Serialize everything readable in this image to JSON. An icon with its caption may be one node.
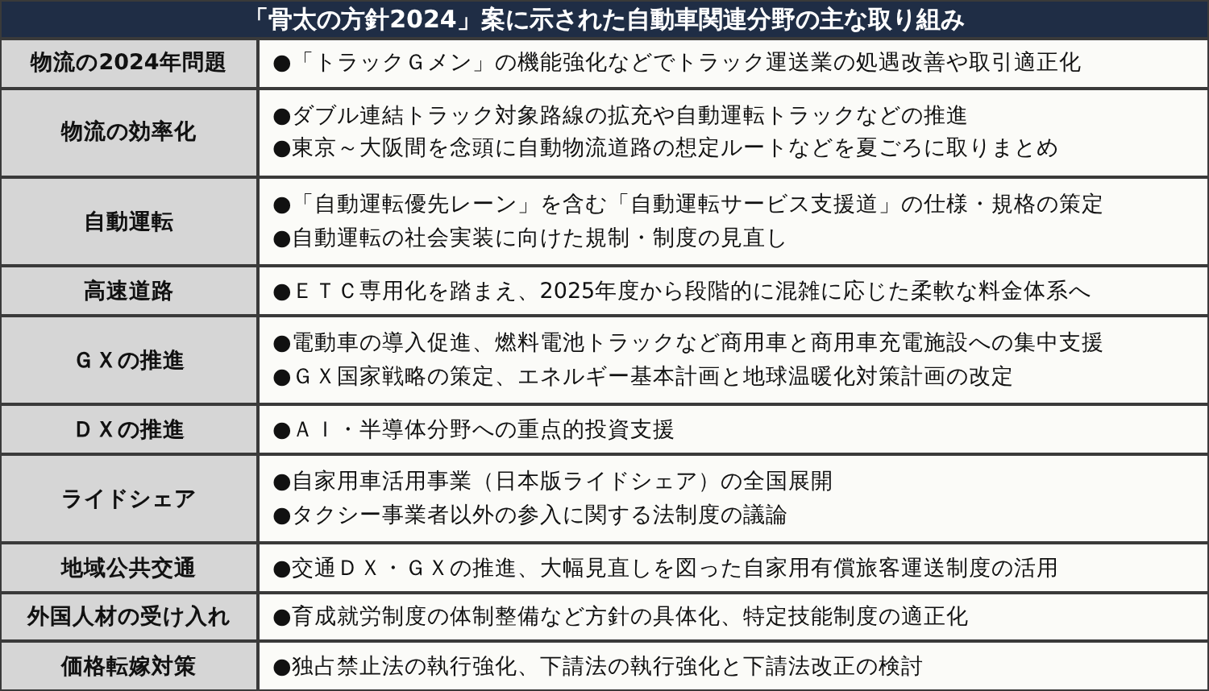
{
  "diagram": {
    "title": "「骨太の方針2024」案に示された自動車関連分野の主な取り組み",
    "nodes": [
      {
        "text": [
          "物流の2024年問題"
        ],
        "beside": [
          "●「トラックＧメン」の機能強化などでトラック運送業の処遇改善や取引適正化"
        ]
      },
      {
        "text": [
          "物流の効率化"
        ],
        "beside": [
          "●ダブル連結トラック対象路線の拡充や自動運転トラックなどの推進",
          "●東京～大阪間を念頭に自動物流道路の想定ルートなどを夏ごろに取りまとめ"
        ]
      },
      {
        "text": [
          "自動運転"
        ],
        "beside": [
          "●「自動運転優先レーン」を含む「自動運転サービス支援道」の仕様・規格の策定",
          "●自動運転の社会実装に向けた規制・制度の見直し"
        ]
      },
      {
        "text": [
          "高速道路"
        ],
        "beside": [
          "●ＥＴＣ専用化を踏まえ、2025年度から段階的に混雑に応じた柔軟な料金体系へ"
        ]
      },
      {
        "text": [
          "ＧＸの推進"
        ],
        "beside": [
          "●電動車の導入促進、燃料電池トラックなど商用車と商用車充電施設への集中支援",
          "●ＧＸ国家戦略の策定、エネルギー基本計画と地球温暖化対策計画の改定"
        ]
      },
      {
        "text": [
          "ＤＸの推進"
        ],
        "beside": [
          "●ＡＩ・半導体分野への重点的投資支援"
        ]
      },
      {
        "text": [
          "ライドシェア"
        ],
        "beside": [
          "●自家用車活用事業（日本版ライドシェア）の全国展開",
          "●タクシー事業者以外の参入に関する法制度の議論"
        ]
      },
      {
        "text": [
          "地域公共交通"
        ],
        "beside": [
          "●交通ＤＸ・ＧＸの推進、大幅見直しを図った自家用有償旅客運送制度の活用"
        ]
      },
      {
        "text": [
          "外国人材の受け入れ"
        ],
        "beside": [
          "●育成就労制度の体制整備など方針の具体化、特定技能制度の適正化"
        ]
      },
      {
        "text": [
          "価格転嫁対策"
        ],
        "beside": [
          "●独占禁止法の執行強化、下請法の執行強化と下請法改正の検討"
        ]
      }
    ]
  }
}
